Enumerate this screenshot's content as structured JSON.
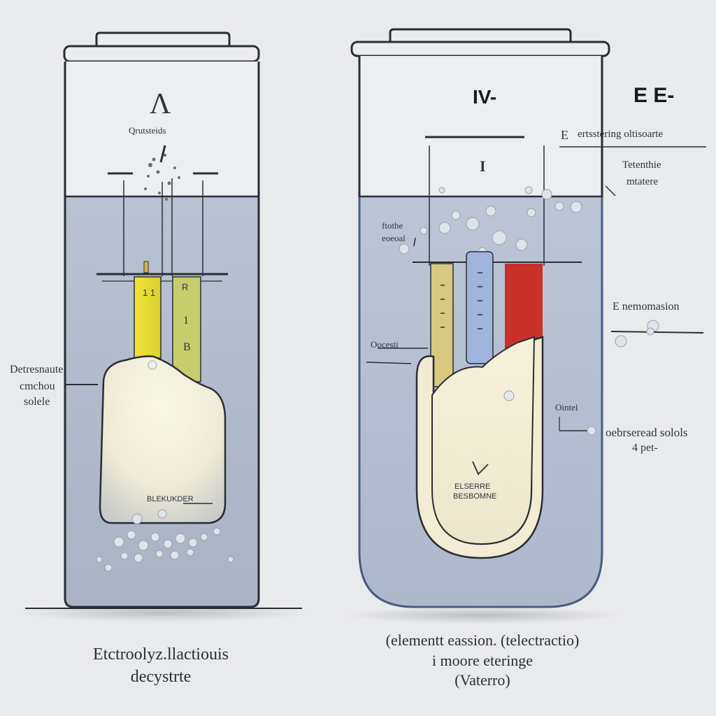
{
  "left_container": {
    "top_symbol": "Λ",
    "top_label": "Qrutsteids",
    "strip_label_top": "R",
    "strip_label_1": "1",
    "strip_label_2": "B",
    "strip_digits": "1 1",
    "side_label_line1": "Detresnaute",
    "side_label_line2": "cmchou",
    "side_label_line3": "solele",
    "inner_label": "BLEKUKDER"
  },
  "right_container": {
    "top_symbol": "IV-",
    "inner_symbol": "I",
    "bubble_label_line1": "ftothe",
    "bubble_label_line2": "eoeoal",
    "inner_label_left": "Oocesti",
    "inner_label_bottom_line1": "ELSERRE",
    "inner_label_bottom_line2": "BESBOMNE",
    "side_label_orbital": "Ointel"
  },
  "right_side": {
    "top_symbol": "E E-",
    "label_1_prefix": "E",
    "label_1": "ertsstering oltisoarte",
    "label_2_line1": "Tetenthie",
    "label_2_line2": "mtatere",
    "label_3": "E nemomasion",
    "label_4": "oebrseread solols",
    "label_5": "4 pet-"
  },
  "captions": {
    "left_line1": "Etctroolyz.llactiouis",
    "left_line2": "decystrte",
    "right_line1": "(elementt eassion. (telectractio)",
    "right_line2": "i moore eteringe",
    "right_line3": "(Vaterro)"
  },
  "colors": {
    "background": "#e9eaec",
    "liquid": "#b3bccc",
    "outline": "#2a2d33",
    "yellow_strip": "#e8db3a",
    "olive_strip": "#c7cd6b",
    "mustard_strip": "#d9c880",
    "blue_strip": "#9fb3dc",
    "red_strip": "#c8302a",
    "sediment": "#f3efdc"
  }
}
